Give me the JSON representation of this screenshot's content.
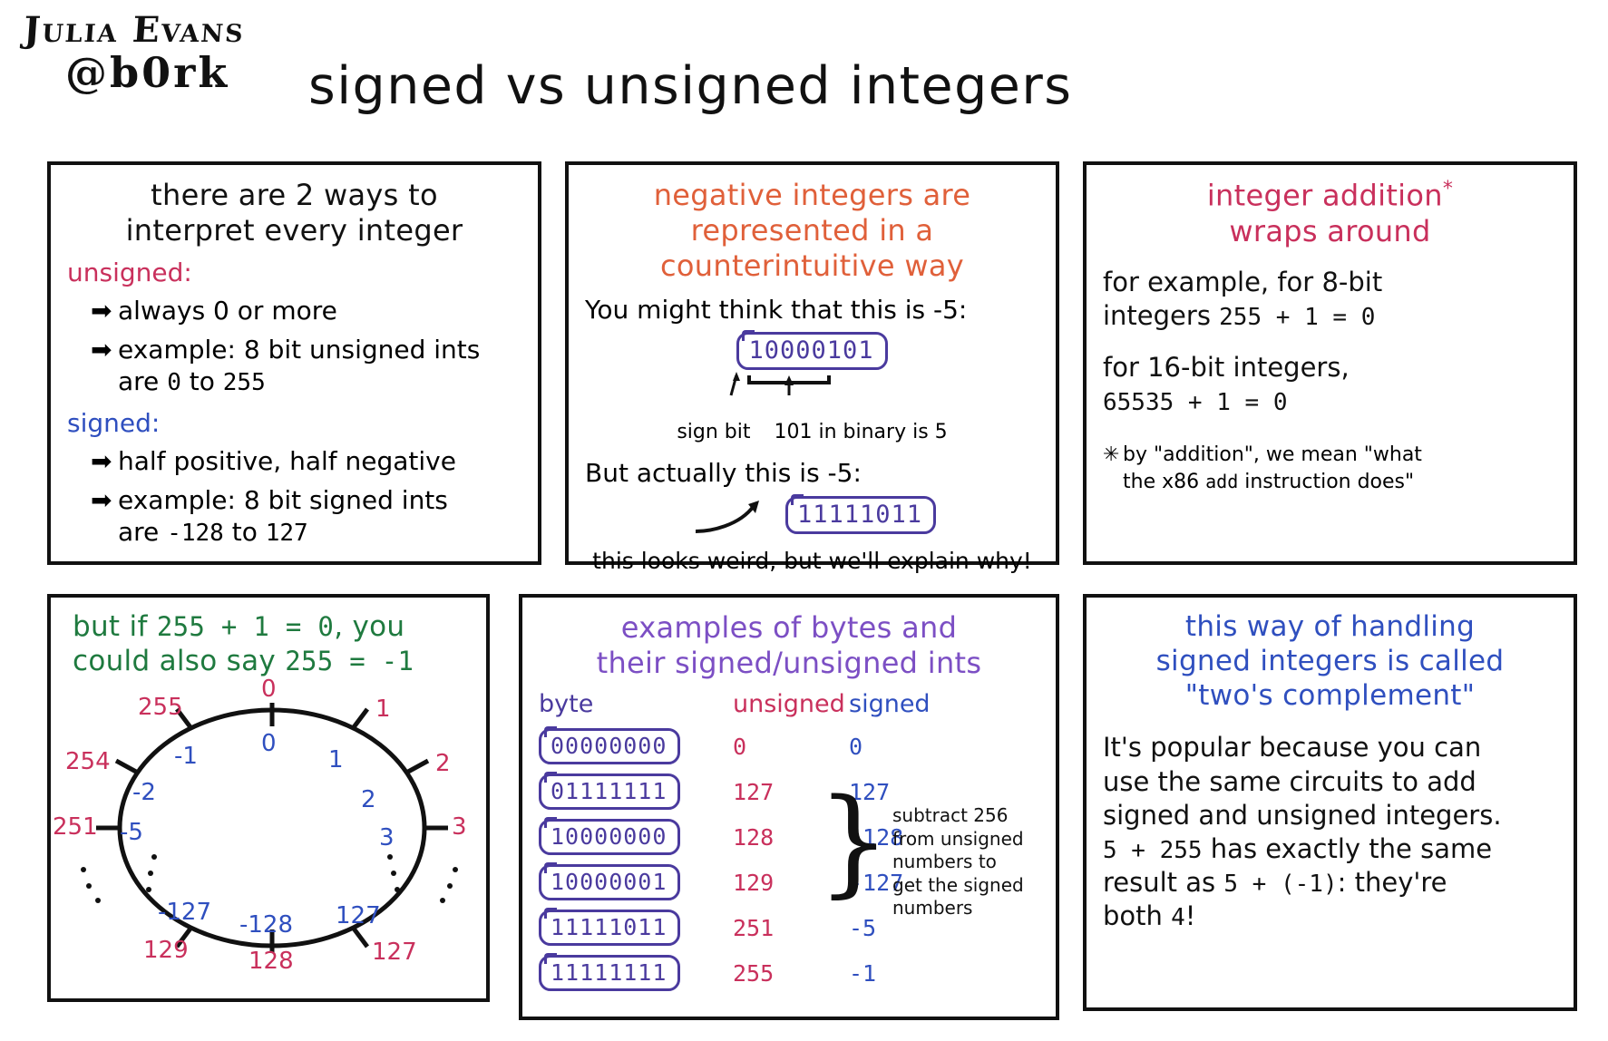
{
  "header": {
    "author_line1": "Julia Evans",
    "author_line2": "@b0rk",
    "title": "signed vs unsigned integers"
  },
  "panel1": {
    "heading_l1": "there are 2 ways to",
    "heading_l2": "interpret every integer",
    "unsigned_label": "unsigned:",
    "unsigned_b1": "always 0 or more",
    "unsigned_b2_a": "example: 8 bit unsigned ints",
    "unsigned_b2_b_pre": "are ",
    "unsigned_b2_b_num1": "0",
    "unsigned_b2_b_mid": " to ",
    "unsigned_b2_b_num2": "255",
    "signed_label": "signed:",
    "signed_b1": "half positive, half negative",
    "signed_b2_a": "example: 8 bit signed ints",
    "signed_b2_b_pre": "are ",
    "signed_b2_b_num1": "-128",
    "signed_b2_b_mid": " to ",
    "signed_b2_b_num2": "127",
    "arrow": "➡"
  },
  "panel2": {
    "heading_l1": "negative integers are",
    "heading_l2": "represented in a",
    "heading_l3": "counterintuitive way",
    "line1": "You might think that this is -5:",
    "byte1": "10000101",
    "annot_sign_bit": "sign bit",
    "annot_binary": "101 in binary is 5",
    "line2": "But actually this is -5:",
    "byte2": "11111011",
    "line3": "this looks weird, but we'll explain why!"
  },
  "panel3": {
    "heading_l1": "integer addition",
    "heading_star": "*",
    "heading_l2": "wraps around",
    "p1_a": "for example, for 8-bit",
    "p1_b_pre": "integers ",
    "p1_b_expr": "255 + 1 = 0",
    "p2_a": "for 16-bit integers,",
    "p2_b_expr": "65535 + 1 = 0",
    "footnote_star": "✳",
    "footnote_l1": "by \"addition\", we mean \"what",
    "footnote_l2_pre": "the x86 ",
    "footnote_l2_mono": "add",
    "footnote_l2_post": " instruction does\""
  },
  "panel4": {
    "heading_pre": "but if ",
    "heading_expr1": "255 + 1 = 0",
    "heading_mid": ", you",
    "heading_l2_pre": "could also say ",
    "heading_expr2": "255 = -1",
    "outer_labels": [
      "0",
      "1",
      "2",
      "3",
      "127",
      "128",
      "129",
      "251",
      "254",
      "255"
    ],
    "inner_labels": [
      "0",
      "1",
      "2",
      "3",
      "127",
      "-128",
      "-127",
      "-5",
      "-2",
      "-1"
    ]
  },
  "panel5": {
    "heading_l1": "examples of bytes and",
    "heading_l2": "their signed/unsigned ints",
    "columns": [
      "byte",
      "unsigned",
      "signed"
    ],
    "rows": [
      {
        "byte": "00000000",
        "unsigned": "0",
        "signed": "0"
      },
      {
        "byte": "01111111",
        "unsigned": "127",
        "signed": "127"
      },
      {
        "byte": "10000000",
        "unsigned": "128",
        "signed": "-128"
      },
      {
        "byte": "10000001",
        "unsigned": "129",
        "signed": "-127"
      },
      {
        "byte": "11111011",
        "unsigned": "251",
        "signed": "-5"
      },
      {
        "byte": "11111111",
        "unsigned": "255",
        "signed": "-1"
      }
    ],
    "note_l1": "subtract 256",
    "note_l2": "from unsigned",
    "note_l3": "numbers to",
    "note_l4": "get the signed",
    "note_l5": "numbers"
  },
  "panel6": {
    "heading_l1": "this way of handling",
    "heading_l2": "signed integers is called",
    "heading_l3": "\"two's complement\"",
    "body_l1": "It's popular because you can",
    "body_l2": "use the same circuits to add",
    "body_l3": "signed and unsigned integers.",
    "body_l4_a": "5 + 255",
    "body_l4_b": " has exactly the same",
    "body_l5_a": "result as ",
    "body_l5_b": "5 + (-1)",
    "body_l5_c": ": they're",
    "body_l6_a": "both ",
    "body_l6_b": "4",
    "body_l6_c": "!"
  },
  "colors": {
    "pink": "#c9305c",
    "blue": "#2f4fbf",
    "orange": "#e0603a",
    "green": "#1f7a3f",
    "purple": "#7c4fc4",
    "byte_purple": "#4a3a9e",
    "ink": "#111111"
  }
}
